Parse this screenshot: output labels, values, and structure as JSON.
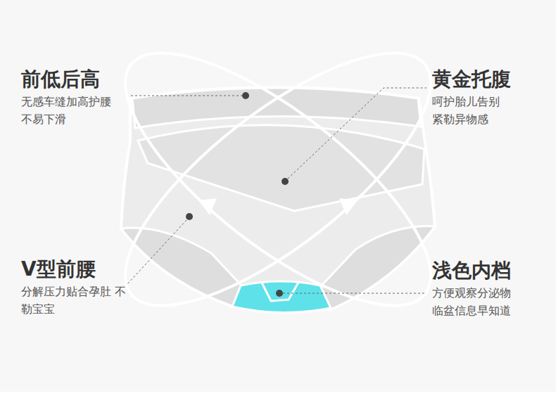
{
  "diagram": {
    "labels": [
      "前低后高",
      "无感车缝加高护腰 不易下滑",
      "黄金托腹",
      "呵护胎儿告别 紧勒异物感",
      "V型前腰",
      "分解压力贴合孕肚 不勒宝宝",
      "浅色内档",
      "方便观察分泌物 临盆信息早知道"
    ]
  }
}
